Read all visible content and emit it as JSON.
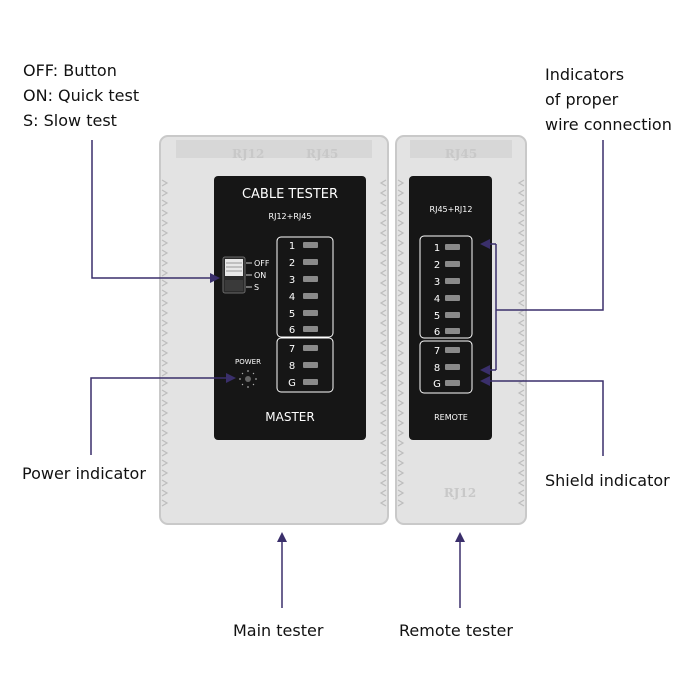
{
  "callouts": {
    "switch": [
      "OFF: Button",
      "ON: Quick test",
      "S: Slow test"
    ],
    "indicators": [
      "Indicators",
      "of proper",
      "wire connection"
    ],
    "power": "Power indicator",
    "shield": "Shield indicator",
    "main": "Main tester",
    "remote": "Remote tester"
  },
  "master": {
    "port_labels": [
      "RJ12",
      "RJ45"
    ],
    "title": "CABLE TESTER",
    "subtitle": "RJ12+RJ45",
    "switch_labels": [
      "OFF",
      "ON",
      "S"
    ],
    "power_label": "POWER",
    "name": "MASTER",
    "leds": [
      "1",
      "2",
      "3",
      "4",
      "5",
      "6",
      "7",
      "8",
      "G"
    ]
  },
  "remote": {
    "port_top": "RJ45",
    "port_bottom": "RJ12",
    "subtitle": "RJ45+RJ12",
    "name": "REMOTE",
    "leds": [
      "1",
      "2",
      "3",
      "4",
      "5",
      "6",
      "7",
      "8",
      "G"
    ]
  },
  "colors": {
    "arrow": "#3a2f6b",
    "case": "#e3e3e3",
    "panel": "#161616"
  }
}
